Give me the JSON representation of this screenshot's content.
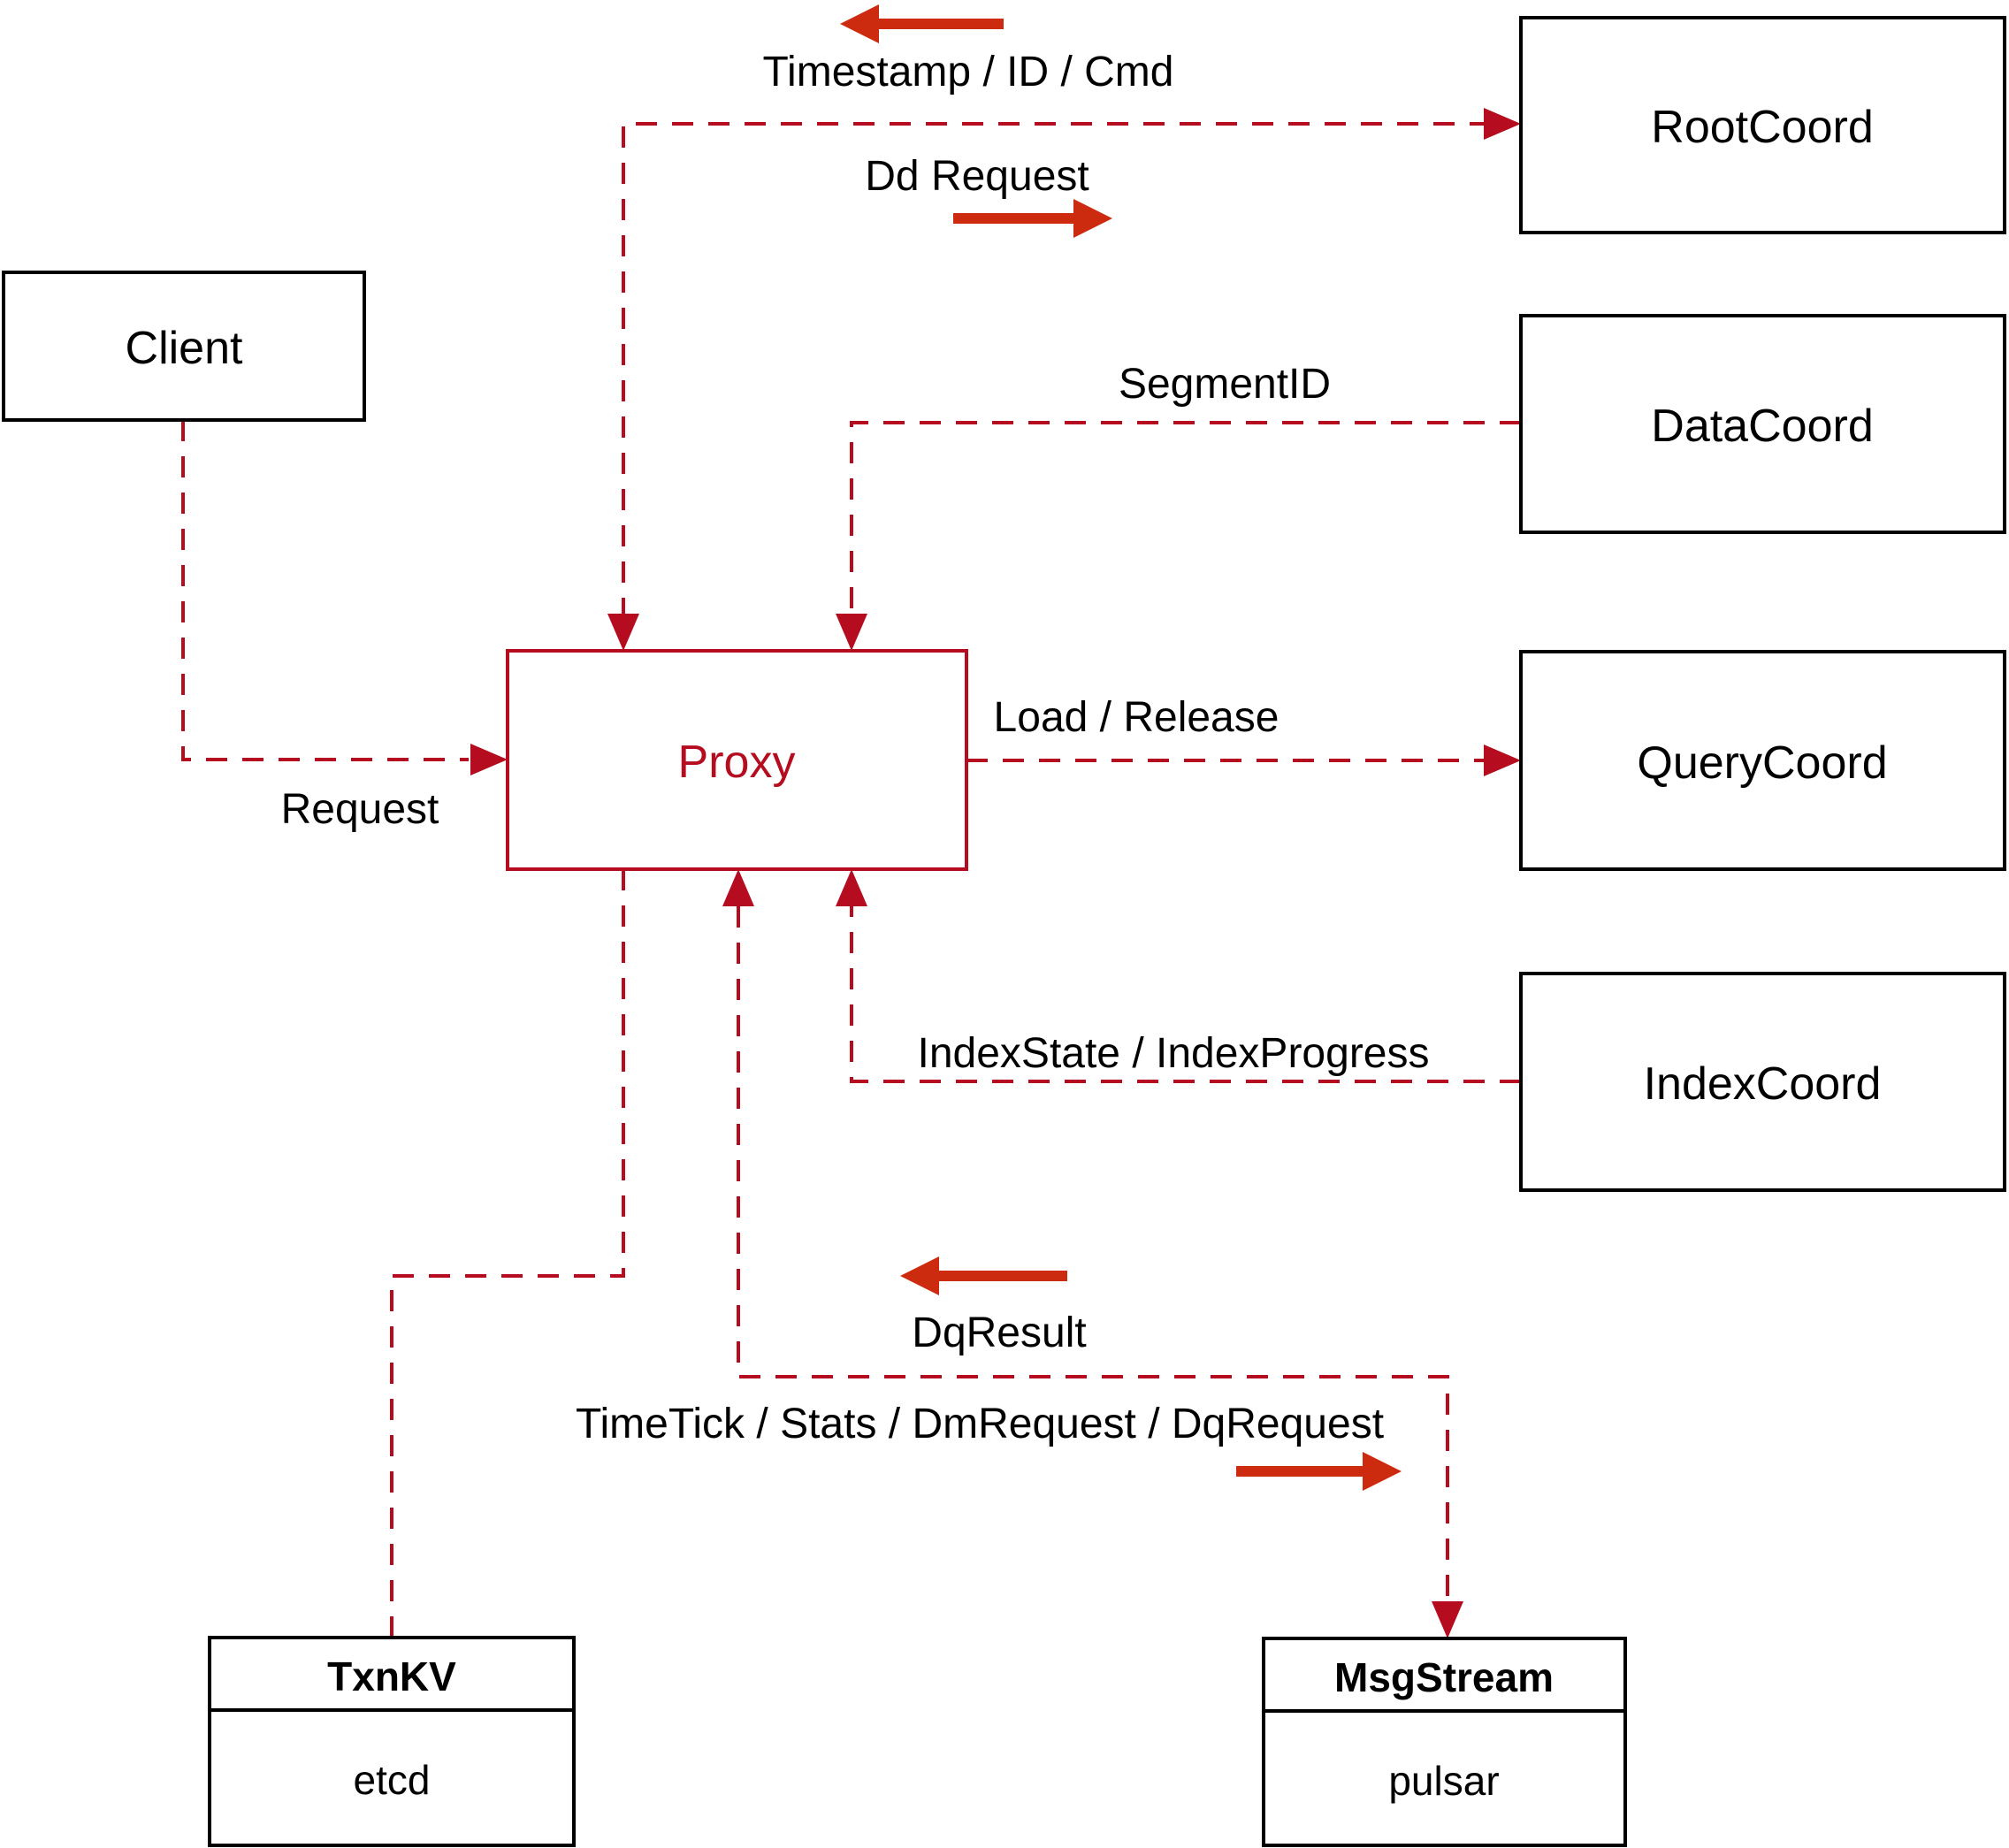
{
  "diagram": {
    "nodes": {
      "client": {
        "label": "Client"
      },
      "proxy": {
        "label": "Proxy"
      },
      "rootcoord": {
        "label": "RootCoord"
      },
      "datacoord": {
        "label": "DataCoord"
      },
      "querycoord": {
        "label": "QueryCoord"
      },
      "indexcoord": {
        "label": "IndexCoord"
      },
      "txnkv": {
        "title": "TxnKV",
        "subtitle": "etcd"
      },
      "msgstream": {
        "title": "MsgStream",
        "subtitle": "pulsar"
      }
    },
    "edge_labels": {
      "timestamp": "Timestamp / ID / Cmd",
      "dd_request": "Dd Request",
      "segment_id": "SegmentID",
      "load_release": "Load / Release",
      "index_state": "IndexState / IndexProgress",
      "request": "Request",
      "dq_result": "DqResult",
      "timetick": "TimeTick / Stats / DmRequest / DqRequest"
    },
    "colors": {
      "connector": "#b50d1f",
      "arrow": "#cc2b0f",
      "node_border": "#000000",
      "text": "#000000",
      "background": "#ffffff"
    }
  }
}
